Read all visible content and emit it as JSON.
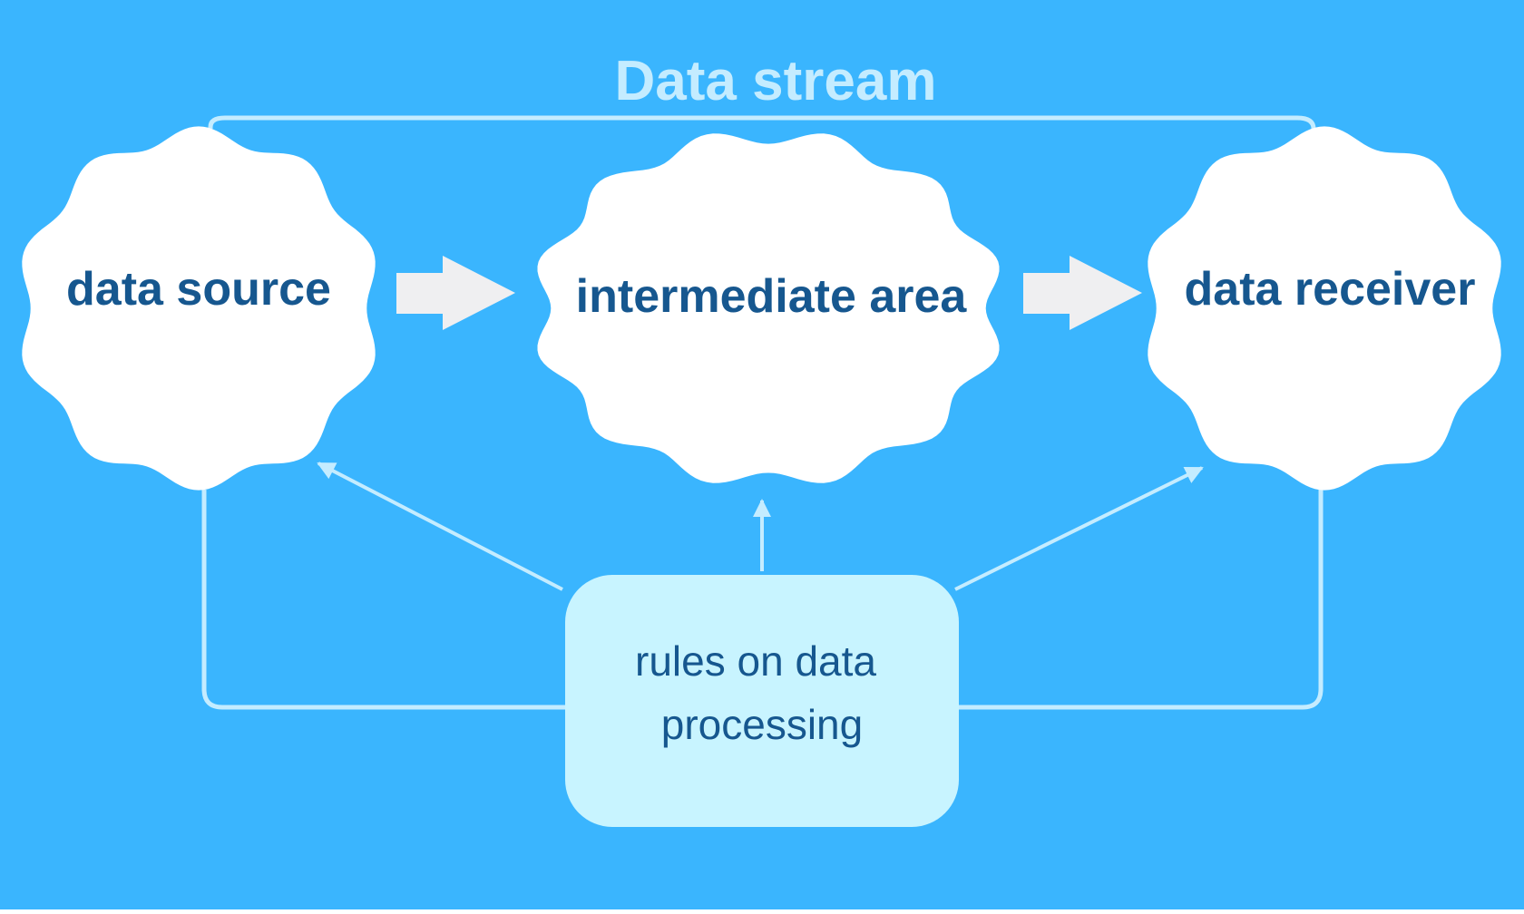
{
  "title": "Data stream",
  "nodes": {
    "source": "data source",
    "intermediate": "intermediate area",
    "receiver": "data receiver"
  },
  "rules": {
    "line1": "rules on data",
    "line2": "processing"
  },
  "colors": {
    "background": "#3ab5fe",
    "cloud_fill": "#ffffff",
    "connector": "#c4ecff",
    "arrow_fill": "#efeff1",
    "rules_fill": "#c8f4ff",
    "label_text": "#16578f"
  }
}
